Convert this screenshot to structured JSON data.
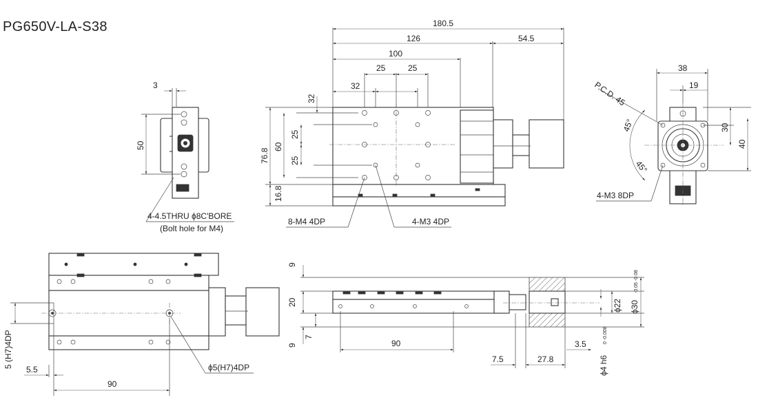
{
  "title": "PG650V-LA-S38",
  "top_view": {
    "dims": {
      "overall": "180.5",
      "body": "126",
      "motor": "54.5",
      "table": "100",
      "pitch_a": "25",
      "pitch_b": "25",
      "offset": "32"
    },
    "vert_dims": {
      "top": "32",
      "d25a": "25",
      "d25b": "25",
      "d60": "60",
      "d76": "76.8",
      "d16": "16.8"
    },
    "labels": {
      "m4": "8-M4 4DP",
      "m3": "4-M3 4DP"
    }
  },
  "left_view": {
    "dims": {
      "d3": "3",
      "d50": "50"
    },
    "labels": {
      "bolt": "4-4.5THRU ϕ8C'BORE",
      "bolt_note": "(Bolt hole for M4)"
    }
  },
  "right_view": {
    "dims": {
      "d38": "38",
      "d19": "19",
      "d30": "30",
      "d40": "40"
    },
    "labels": {
      "pcd": "P.C.D. 45",
      "ang1": "45°",
      "ang2": "45°",
      "m3": "4-M3 8DP"
    }
  },
  "bottom_view": {
    "dims": {
      "d5": "5 (H7)4DP",
      "d55": "5.5",
      "d90": "90"
    },
    "labels": {
      "pin": "ϕ5(H7)4DP"
    }
  },
  "side_view": {
    "dims": {
      "d9a": "9",
      "d20": "20",
      "d7": "7",
      "d9b": "9",
      "d90": "90",
      "d75": "7.5",
      "d278": "27.8",
      "d35": "3.5"
    },
    "labels": {
      "phi22": "ϕ22",
      "phi30": "ϕ30",
      "phi30_tol": "-0.05 -0.08",
      "phi4": "ϕ4 h6",
      "phi4_tol": "0 -0.008"
    }
  }
}
